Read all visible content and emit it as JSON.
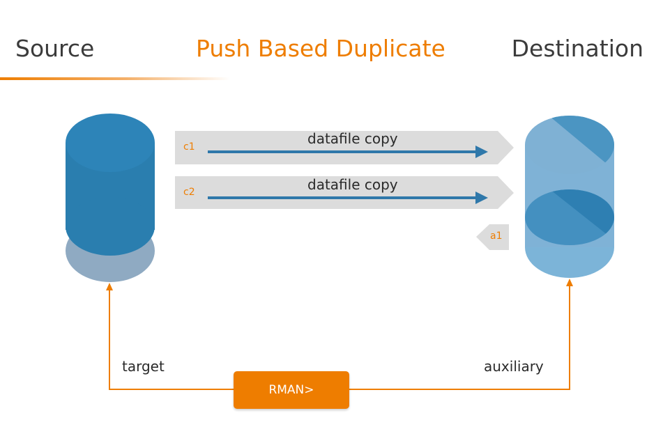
{
  "header": {
    "source": "Source",
    "title": "Push Based Duplicate",
    "destination": "Destination"
  },
  "channels": [
    {
      "label": "c1",
      "text": "datafile copy"
    },
    {
      "label": "c2",
      "text": "datafile copy"
    }
  ],
  "auxiliary_channel": {
    "label": "a1"
  },
  "connections": {
    "target": "target",
    "auxiliary": "auxiliary",
    "rman": "RMAN>"
  },
  "colors": {
    "accent": "#ee7d00",
    "source_db": "#2a7eaf",
    "destination_db": "#7fb2d6",
    "arrow": "#2f78aa",
    "band": "#dcdcdc"
  }
}
